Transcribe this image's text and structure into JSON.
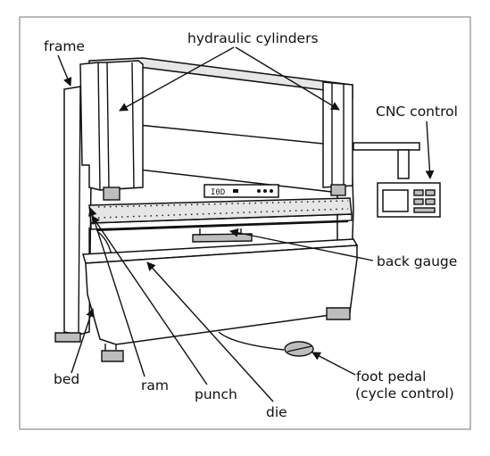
{
  "diagram": {
    "labels": {
      "frame": "frame",
      "hydraulic_cylinders": "hydraulic cylinders",
      "cnc_control": "CNC control",
      "back_gauge": "back gauge",
      "bed": "bed",
      "ram": "ram",
      "punch": "punch",
      "die": "die",
      "foot_pedal_line1": "foot pedal",
      "foot_pedal_line2": "(cycle control)"
    },
    "colors": {
      "ink": "#111111",
      "background": "#ffffff",
      "border": "#8c8c8c"
    }
  }
}
